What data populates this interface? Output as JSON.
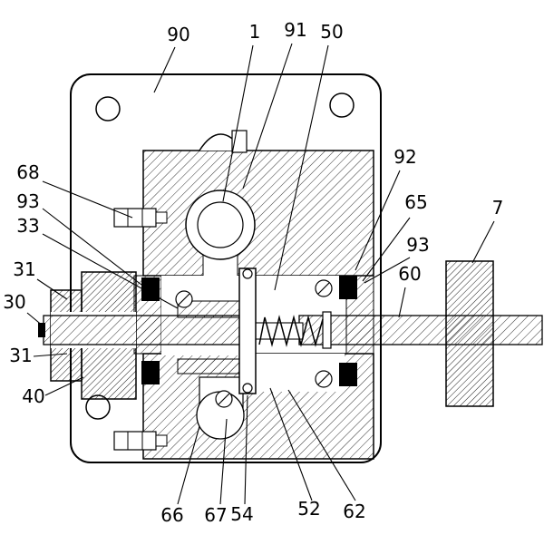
{
  "figure": {
    "background": "#ffffff",
    "line_color": "#000000",
    "description_labels_only": true
  },
  "labels": [
    {
      "id": "90",
      "text": "90"
    },
    {
      "id": "1",
      "text": "1"
    },
    {
      "id": "91",
      "text": "91"
    },
    {
      "id": "50",
      "text": "50"
    },
    {
      "id": "92",
      "text": "92"
    },
    {
      "id": "65",
      "text": "65"
    },
    {
      "id": "93-right",
      "text": "93"
    },
    {
      "id": "60",
      "text": "60"
    },
    {
      "id": "7",
      "text": "7"
    },
    {
      "id": "68",
      "text": "68"
    },
    {
      "id": "93-left",
      "text": "93"
    },
    {
      "id": "33",
      "text": "33"
    },
    {
      "id": "31-upper",
      "text": "31"
    },
    {
      "id": "30",
      "text": "30"
    },
    {
      "id": "31-lower",
      "text": "31"
    },
    {
      "id": "40",
      "text": "40"
    },
    {
      "id": "66",
      "text": "66"
    },
    {
      "id": "67",
      "text": "67"
    },
    {
      "id": "54",
      "text": "54"
    },
    {
      "id": "52",
      "text": "52"
    },
    {
      "id": "62",
      "text": "62"
    }
  ]
}
